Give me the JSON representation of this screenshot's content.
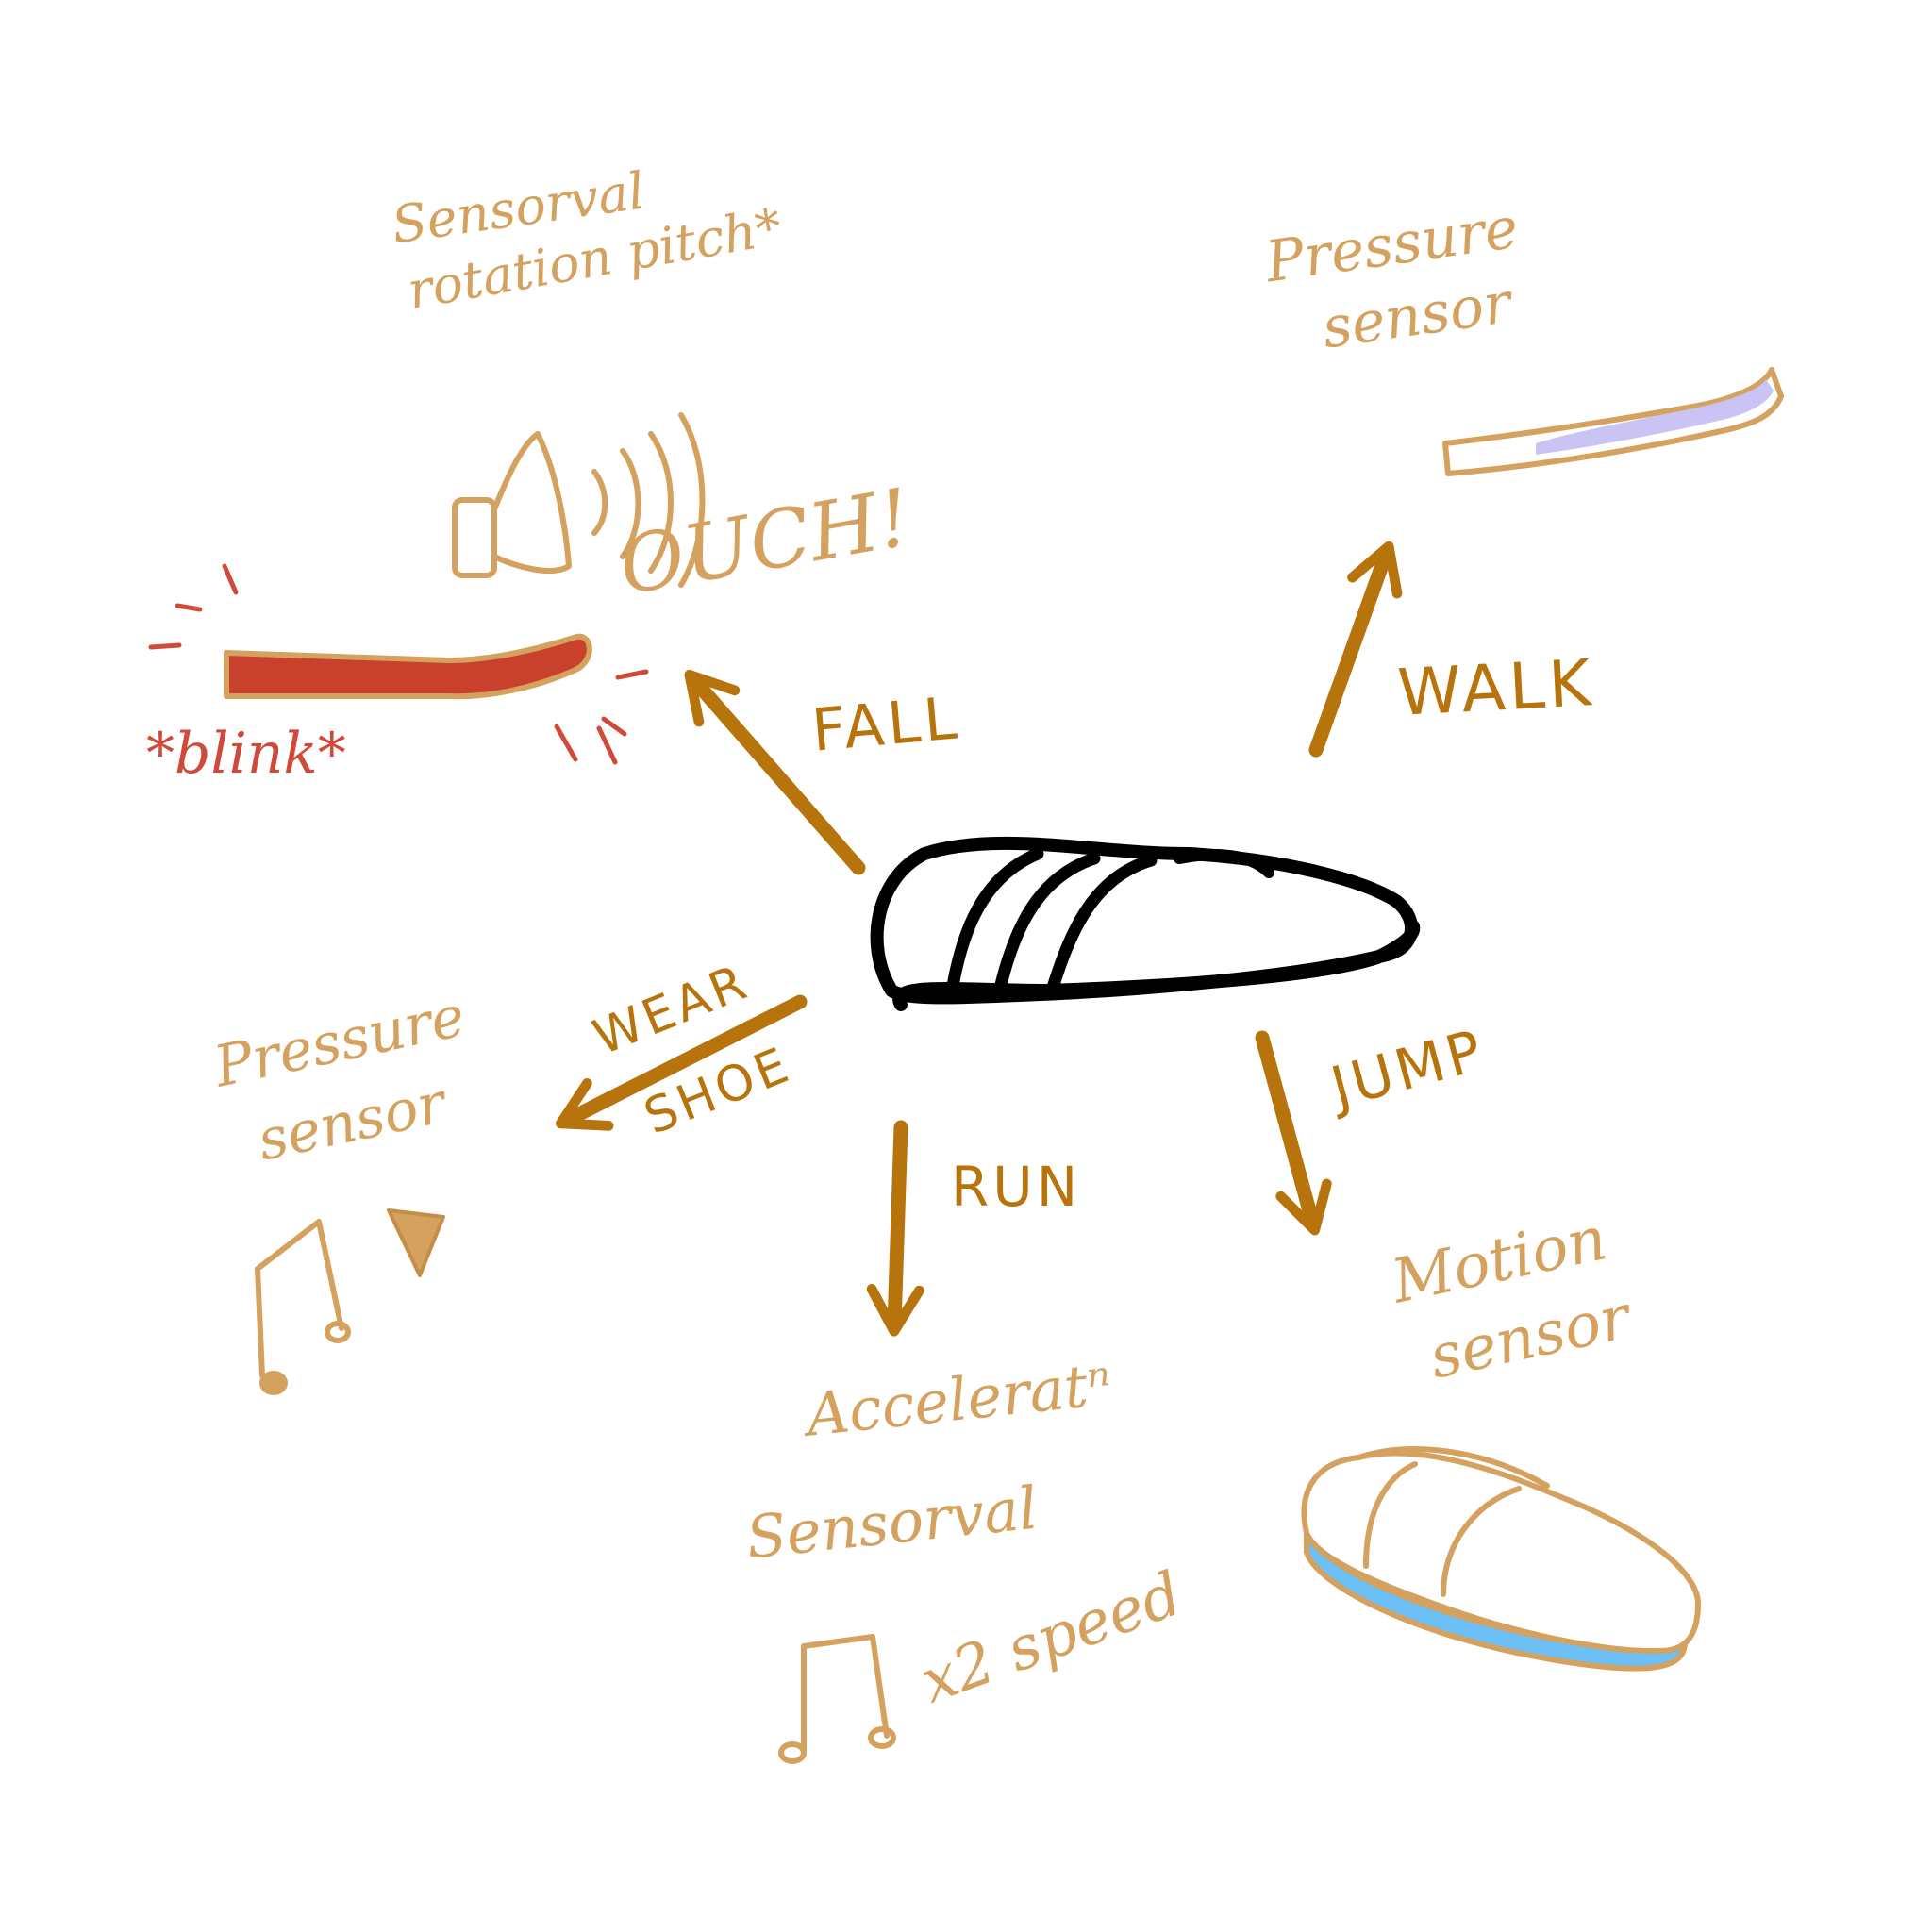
{
  "colors": {
    "label": "#d4a15f",
    "arrow": "#b8740c",
    "blink": "#d04a3a",
    "bar_red": "#c9402c",
    "bar_lilac": "#c7c1f3",
    "sole_blue": "#6cc0f6",
    "shoe_outline": "#000000"
  },
  "icons": {
    "speaker": "speaker-icon",
    "music_note": "music-note-icon",
    "triangle": "triangle-icon",
    "shoe": "slipper-icon"
  },
  "labels": {
    "fall_sensor_line1": "Sensorval",
    "fall_sensor_line2": "rotation pitch*",
    "ouch": "OUCH!",
    "blink": "*blink*",
    "walk_sensor_line1": "Pressure",
    "walk_sensor_line2": "sensor",
    "wear_sensor_line1": "Pressure",
    "wear_sensor_line2": "sensor",
    "run_sensor_line1": "Acceleratⁿ",
    "run_sensor_line2": "Sensorval",
    "speed": "x2 speed",
    "jump_sensor_line1": "Motion",
    "jump_sensor_line2": "sensor"
  },
  "arrows": {
    "fall": "FALL",
    "walk": "WALK",
    "wear_line1": "WEAR",
    "wear_line2": "SHOE",
    "run": "RUN",
    "jump": "JUMP"
  }
}
